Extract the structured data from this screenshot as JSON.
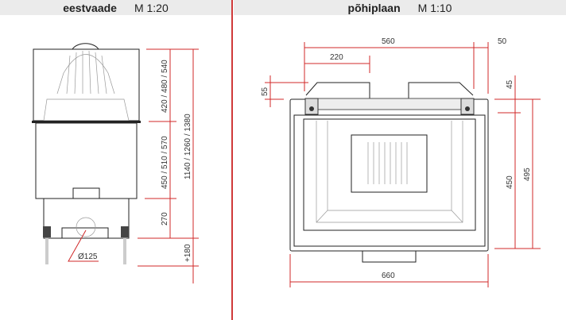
{
  "front_view": {
    "title": "eestvaade",
    "scale": "M 1:20",
    "dims": {
      "top": "420 / 480 / 540",
      "middle": "450 / 510 / 570",
      "bottom": "270",
      "total": "1140 / 1260 / 1380",
      "legs": "+180",
      "flue": "Ø125"
    }
  },
  "plan_view": {
    "title": "põhiplaan",
    "scale": "M 1:10",
    "dims": {
      "width_top": "560",
      "offset": "220",
      "side": "50",
      "left_depth": "55",
      "right_top": "45",
      "inner_depth": "450",
      "total_depth": "495",
      "width_total": "660"
    }
  },
  "colors": {
    "dimension": "#d02828",
    "header": "#ebebeb"
  }
}
